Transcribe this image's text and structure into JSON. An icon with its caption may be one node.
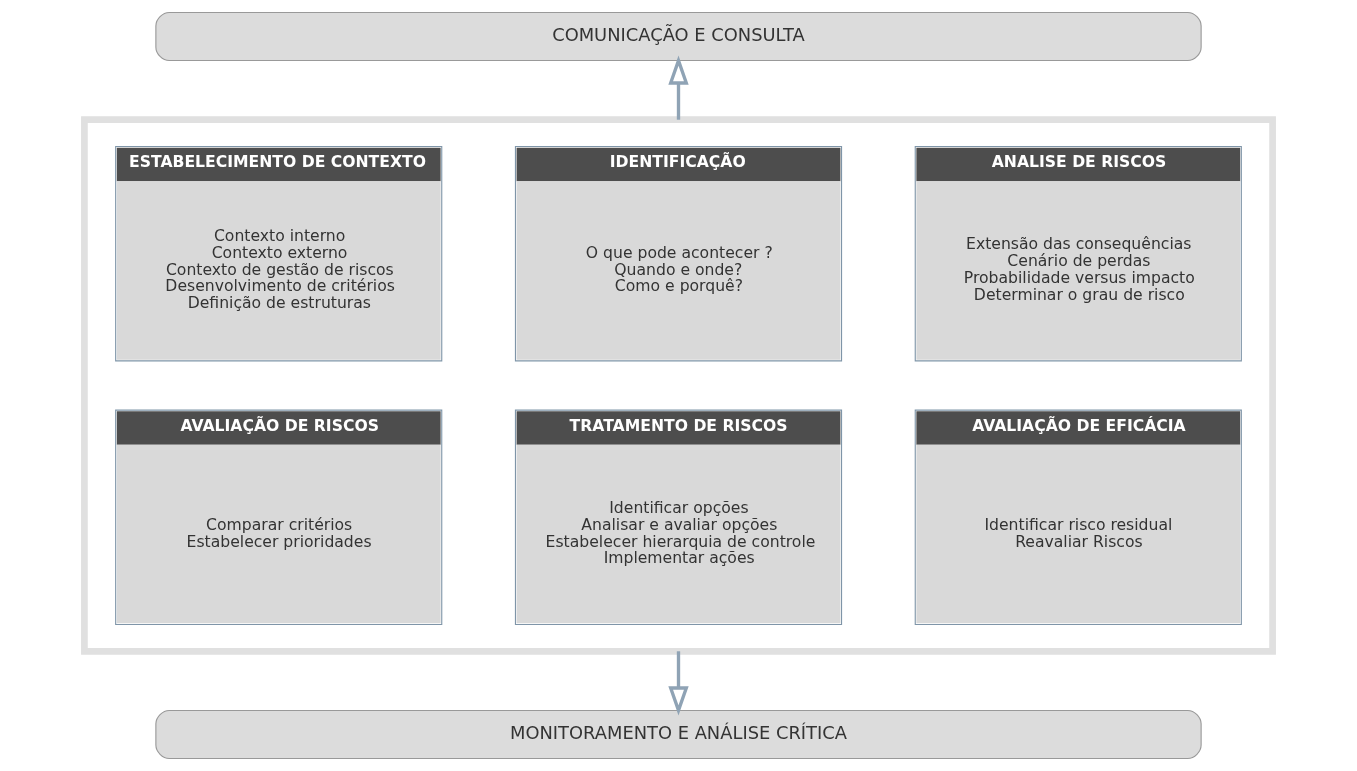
{
  "diagram": {
    "nodes": [
      {
        "text": [
          "COMUNICAÇÃO E CONSULTA"
        ]
      },
      {
        "text": [],
        "shape": "box"
      },
      {
        "text": [
          "ESTABELECIMENTO DE CONTEXTO",
          "Contexto interno",
          "Contexto externo",
          "Contexto de gestão de riscos",
          "Desenvolvimento de critérios",
          "Definição de estruturas"
        ],
        "in": 1
      },
      {
        "text": [
          "IDENTIFICAÇÃO",
          "O que pode acontecer ?",
          "Quando e onde?",
          "Como e porquê?"
        ],
        "in": 1
      },
      {
        "text": [
          "ANALISE DE RISCOS",
          "Extensão das consequências",
          "Cenário de perdas",
          "Probabilidade versus impacto",
          "Determinar o grau de risco"
        ],
        "in": 1
      },
      {
        "text": [
          "AVALIAÇÃO DE RISCOS",
          "Comparar critérios",
          "Estabelecer prioridades"
        ],
        "in": 1
      },
      {
        "text": [
          "TRATAMENTO DE RISCOS",
          "Identificar opções",
          "Analisar e avaliar opções",
          "Estabelecer hierarquia de controle",
          "Implementar ações"
        ],
        "in": 1
      },
      {
        "text": [
          "AVALIAÇÃO DE EFICÁCIA",
          "Identificar risco residual",
          "Reavaliar Riscos"
        ],
        "in": 1
      },
      {
        "text": [
          "MONITORAMENTO E ANÁLISE CRÍTICA"
        ]
      }
    ],
    "edges": [
      {
        "from": 1,
        "to": 0,
        "arrow": "to"
      },
      {
        "from": 1,
        "to": 8,
        "arrow": "to"
      }
    ]
  }
}
